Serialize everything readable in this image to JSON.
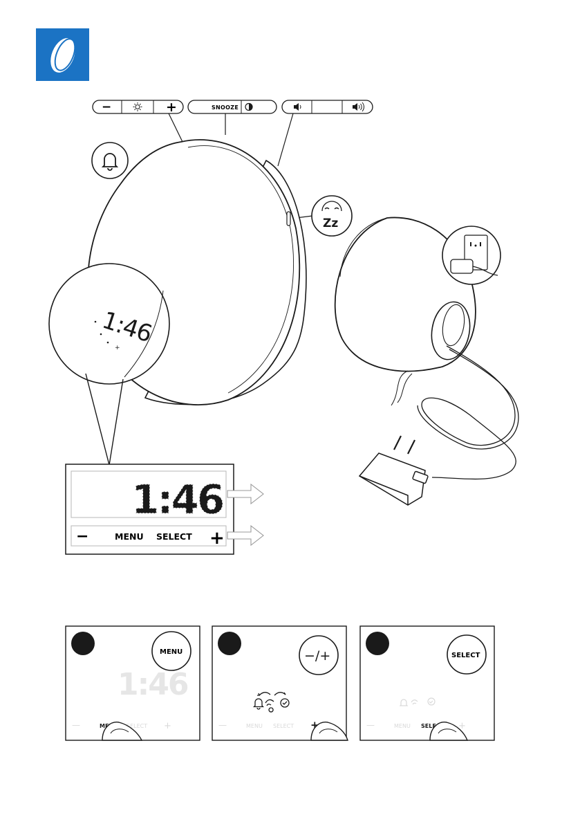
{
  "top_buttons": {
    "brightness": {
      "minus": "−",
      "plus": "+",
      "icon": "sun-icon"
    },
    "snooze": {
      "label": "SNOOZE",
      "icon": "half-moon-contrast-icon"
    },
    "volume": {
      "low_icon": "speaker-low-icon",
      "high_icon": "speaker-high-icon"
    }
  },
  "callouts": {
    "alarm_icon": "bell-icon",
    "sleep_icon": "zz-sleep-icon"
  },
  "device_display": {
    "time": "1:46"
  },
  "display_panel": {
    "time": "1:46",
    "minus": "−",
    "menu": "MENU",
    "select": "SELECT",
    "plus": "+"
  },
  "steps": [
    {
      "circle_label": "MENU",
      "minus": "—",
      "menu": "MENU",
      "select": "SELECT",
      "plus": "+"
    },
    {
      "circle_label": "−/+",
      "minus": "—",
      "menu": "MENU",
      "select": "SELECT",
      "plus": "+"
    },
    {
      "circle_label": "SELECT",
      "minus": "—",
      "menu": "MENU",
      "select": "SELECT",
      "plus": "+"
    }
  ],
  "colors": {
    "accent": "#1b73c4",
    "line": "#1a1a1a"
  }
}
